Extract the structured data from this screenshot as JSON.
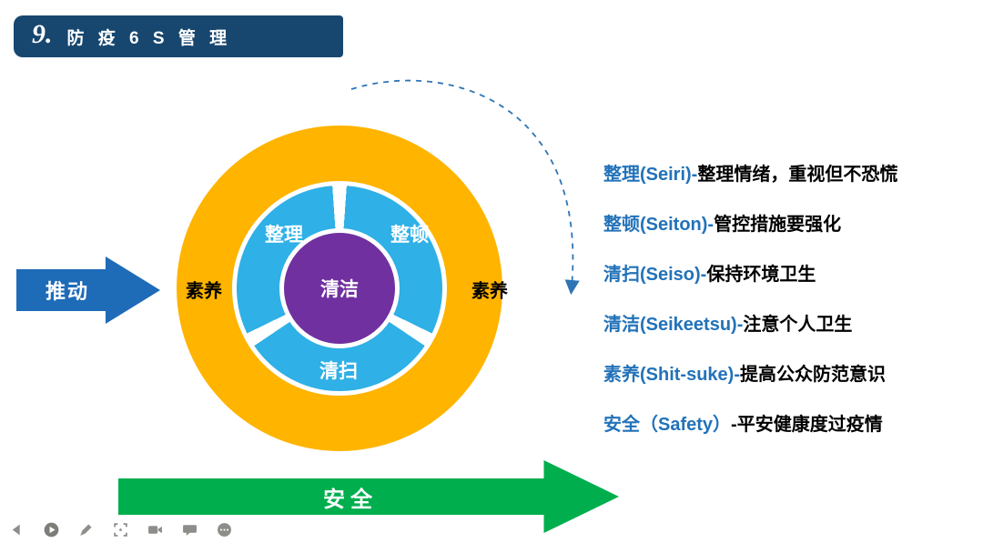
{
  "slide": {
    "header": {
      "number": "9.",
      "title": "防 疫 6 S 管 理"
    },
    "diagram": {
      "center_label": "清洁",
      "segments": {
        "top_left": "整理",
        "top_right": "整顿",
        "bottom": "清扫"
      },
      "outer_left_label": "素养",
      "outer_right_label": "素养",
      "colors": {
        "outer_ring": "#FFB400",
        "inner_ring": "#2FB0E6",
        "center": "#7030A0",
        "header": "#17476F",
        "arc": "#2E74B5"
      }
    },
    "push_arrow": {
      "label": "推动",
      "color": "#1E6BB8"
    },
    "safety_arrow": {
      "label": "安全",
      "color": "#00AE4E"
    },
    "legend": {
      "accent_color": "#2272B9",
      "items": [
        {
          "term": "整理(Seiri)-",
          "desc": "整理情绪，重视但不恐慌"
        },
        {
          "term": "整顿(Seiton)-",
          "desc": "管控措施要强化"
        },
        {
          "term": "清扫(Seiso)-",
          "desc": "保持环境卫生"
        },
        {
          "term": "清洁(Seikeetsu)-",
          "desc": "注意个人卫生"
        },
        {
          "term": "素养(Shit-suke)-",
          "desc": "提高公众防范意识"
        },
        {
          "term": "安全（Safety）",
          "desc": "-平安健康度过疫情"
        }
      ]
    }
  },
  "toolbar": {
    "icons": [
      "back-icon",
      "play-icon",
      "pencil-icon",
      "scan-icon",
      "camera-icon",
      "comment-icon",
      "more-icon"
    ]
  }
}
